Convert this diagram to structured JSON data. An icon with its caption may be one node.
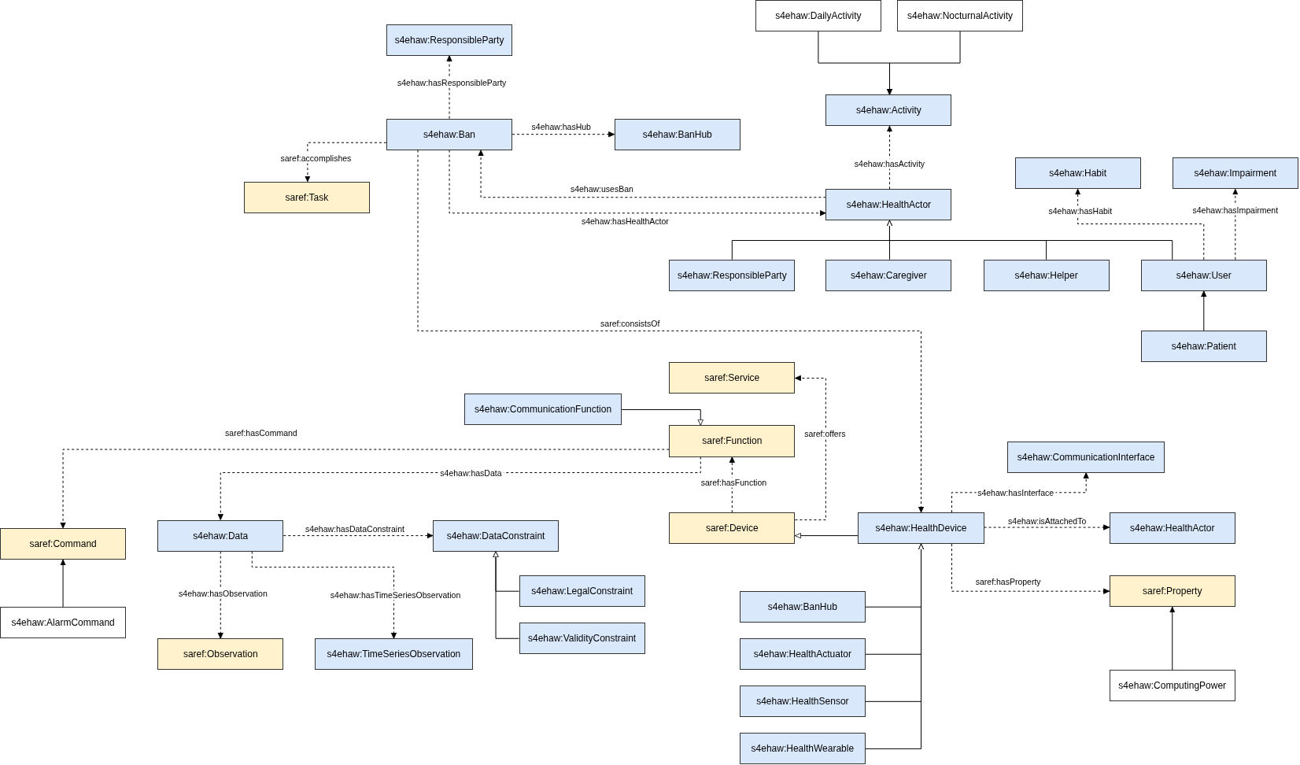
{
  "diagram": {
    "nodes": [
      {
        "text": [
          "s4ehaw:ResponsibleParty"
        ]
      },
      {
        "text": [
          "s4ehaw:DailyActivity"
        ]
      },
      {
        "text": [
          "s4ehaw:NocturnalActivity"
        ]
      },
      {
        "text": [
          "s4ehaw:Activity"
        ]
      },
      {
        "text": [
          "s4ehaw:Ban"
        ]
      },
      {
        "text": [
          "s4ehaw:BanHub"
        ]
      },
      {
        "text": [
          "saref:Task"
        ]
      },
      {
        "text": [
          "s4ehaw:HealthActor"
        ]
      },
      {
        "text": [
          "s4ehaw:Habit"
        ]
      },
      {
        "text": [
          "s4ehaw:Impairment"
        ]
      },
      {
        "text": [
          "s4ehaw:ResponsibleParty"
        ]
      },
      {
        "text": [
          "s4ehaw:Caregiver"
        ]
      },
      {
        "text": [
          "s4ehaw:Helper"
        ]
      },
      {
        "text": [
          "s4ehaw:User"
        ]
      },
      {
        "text": [
          "s4ehaw:Patient"
        ]
      },
      {
        "text": [
          "saref:Service"
        ]
      },
      {
        "text": [
          "s4ehaw:CommunicationFunction"
        ]
      },
      {
        "text": [
          "saref:Function"
        ]
      },
      {
        "text": [
          "s4ehaw:CommunicationInterface"
        ]
      },
      {
        "text": [
          "saref:Command"
        ]
      },
      {
        "text": [
          "s4ehaw:Data"
        ]
      },
      {
        "text": [
          "s4ehaw:DataConstraint"
        ]
      },
      {
        "text": [
          "saref:Device"
        ]
      },
      {
        "text": [
          "s4ehaw:HealthDevice"
        ]
      },
      {
        "text": [
          "s4ehaw:HealthActor"
        ]
      },
      {
        "text": [
          "s4ehaw:LegalConstraint"
        ]
      },
      {
        "text": [
          "saref:Property"
        ]
      },
      {
        "text": [
          "s4ehaw:AlarmCommand"
        ]
      },
      {
        "text": [
          "s4ehaw:BanHub"
        ]
      },
      {
        "text": [
          "s4ehaw:ValidityConstraint"
        ]
      },
      {
        "text": [
          "saref:Observation"
        ]
      },
      {
        "text": [
          "s4ehaw:TimeSeriesObservation"
        ]
      },
      {
        "text": [
          "s4ehaw:HealthActuator"
        ]
      },
      {
        "text": [
          "s4ehaw:ComputingPower"
        ]
      },
      {
        "text": [
          "s4ehaw:HealthSensor"
        ]
      },
      {
        "text": [
          "s4ehaw:HealthWearable"
        ]
      }
    ],
    "edges": [
      {
        "from": 4,
        "to": 0,
        "arrow": "to",
        "style": "dashed",
        "label": "s4ehaw:hasResponsibleParty"
      },
      {
        "from": 1,
        "to": 3,
        "arrow": "to"
      },
      {
        "from": 2,
        "to": 3,
        "arrow": "to"
      },
      {
        "from": 4,
        "to": 5,
        "arrow": "to",
        "style": "dashed",
        "label": "s4ehaw:hasHub"
      },
      {
        "from": 4,
        "to": 6,
        "arrow": "to",
        "style": "dashed",
        "label": "saref:accomplishes"
      },
      {
        "from": 7,
        "to": 3,
        "arrow": "to",
        "style": "dashed",
        "label": "s4ehaw:hasActivity"
      },
      {
        "from": 7,
        "to": 4,
        "arrow": "to",
        "style": "dashed",
        "label": "s4ehaw:usesBan"
      },
      {
        "from": 4,
        "to": 7,
        "arrow": "to",
        "style": "dashed",
        "label": "s4ehaw:hasHealthActor"
      },
      {
        "from": 10,
        "to": 7,
        "arrow": "to"
      },
      {
        "from": 11,
        "to": 7,
        "arrow": "to"
      },
      {
        "from": 12,
        "to": 7,
        "arrow": "to"
      },
      {
        "from": 13,
        "to": 7,
        "arrow": "to"
      },
      {
        "from": 13,
        "to": 8,
        "arrow": "to",
        "style": "dashed",
        "label": "s4ehaw:hasHabit"
      },
      {
        "from": 13,
        "to": 9,
        "arrow": "to",
        "style": "dashed",
        "label": "s4ehaw:hasImpairment"
      },
      {
        "from": 14,
        "to": 13,
        "arrow": "to"
      },
      {
        "from": 4,
        "to": 23,
        "arrow": "to",
        "style": "dashed",
        "label": "saref:consistsOf"
      },
      {
        "from": 22,
        "to": 15,
        "arrow": "to",
        "style": "dashed",
        "label": "saref:offers"
      },
      {
        "from": 16,
        "to": 17,
        "arrow": "to"
      },
      {
        "from": 17,
        "to": 19,
        "arrow": "to",
        "style": "dashed",
        "label": "saref:hasCommand"
      },
      {
        "from": 17,
        "to": 20,
        "arrow": "to",
        "style": "dashed",
        "label": "s4ehaw:hasData"
      },
      {
        "from": 22,
        "to": 17,
        "arrow": "to",
        "style": "dashed",
        "label": "saref:hasFunction"
      },
      {
        "from": 23,
        "to": 18,
        "arrow": "to",
        "style": "dashed",
        "label": "s4ehaw:hasInterface"
      },
      {
        "from": 20,
        "to": 21,
        "arrow": "to",
        "style": "dashed",
        "label": "s4ehaw:hasDataConstraint"
      },
      {
        "from": 23,
        "to": 22,
        "arrow": "to"
      },
      {
        "from": 23,
        "to": 24,
        "arrow": "to",
        "style": "dashed",
        "label": "s4ehaw:isAttachedTo"
      },
      {
        "from": 20,
        "to": 30,
        "arrow": "to",
        "style": "dashed",
        "label": "s4ehaw:hasObservation"
      },
      {
        "from": 20,
        "to": 31,
        "arrow": "to",
        "style": "dashed",
        "label": "s4ehaw:hasTimeSeriesObservation"
      },
      {
        "from": 25,
        "to": 21,
        "arrow": "to"
      },
      {
        "from": 29,
        "to": 21,
        "arrow": "to"
      },
      {
        "from": 23,
        "to": 26,
        "arrow": "to",
        "style": "dashed",
        "label": "saref:hasProperty"
      },
      {
        "from": 27,
        "to": 19,
        "arrow": "to"
      },
      {
        "from": 28,
        "to": 23,
        "arrow": "to"
      },
      {
        "from": 32,
        "to": 23,
        "arrow": "to"
      },
      {
        "from": 34,
        "to": 23,
        "arrow": "to"
      },
      {
        "from": 35,
        "to": 23,
        "arrow": "to"
      },
      {
        "from": 33,
        "to": 26,
        "arrow": "to"
      }
    ]
  }
}
